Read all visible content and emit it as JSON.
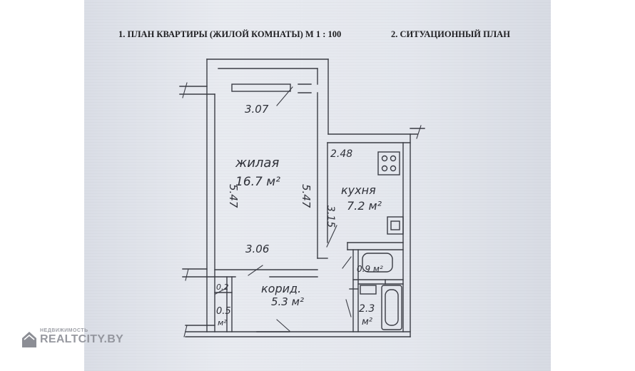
{
  "header": {
    "title_plan": "1. ПЛАН КВАРТИРЫ (ЖИЛОЙ КОМНАТЫ) М 1 : 100",
    "title_situation": "2. СИТУАЦИОННЫЙ ПЛАН"
  },
  "plan": {
    "dims": {
      "room_top": "3.07",
      "room_bottom": "3.06",
      "room_left": "5.47",
      "room_right": "5.47",
      "kitchen_top": "2.48",
      "kitchen_left": "3.15"
    },
    "rooms": {
      "living_label": "жилая",
      "living_area": "16.7 м²",
      "kitchen_label": "кухня",
      "kitchen_area": "7.2 м²",
      "corridor_label": "корид.",
      "corridor_area": "5.3 м²",
      "bathroom_value": "2.3",
      "bathroom_unit": "м²",
      "wc_area": "0.9 м²",
      "closet_top": "0.2",
      "closet_value": "0.5",
      "closet_unit": "м²"
    }
  },
  "watermark": {
    "small": "НЕДВИЖИМОСТЬ",
    "big": "REALTCITY.BY",
    "side_1": "REALTCITY.BY",
    "side_2": "REALTCITY.BY"
  }
}
